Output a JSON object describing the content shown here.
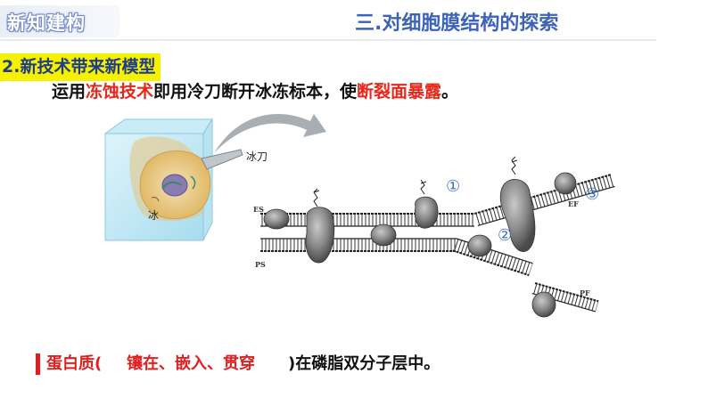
{
  "header": {
    "badge": "新知建构",
    "title": "三.对细胞膜结构的探索"
  },
  "section": {
    "subtitle": "2.新技术带来新模型",
    "desc_prefix": "运用",
    "desc_highlight1": "冻蚀技术",
    "desc_middle": "即用冷刀断开冰冻标本，使",
    "desc_highlight2": "断裂面暴露",
    "desc_suffix": "。"
  },
  "diagram": {
    "knife_label": "冰刀",
    "ice_label": "冰",
    "labels": {
      "es": "ES",
      "ps": "PS",
      "ef": "EF",
      "pf": "PF"
    },
    "markers": [
      "①",
      "②",
      "③"
    ]
  },
  "footer": {
    "label": "蛋白质(",
    "answer": "镶在、嵌入、贯穿",
    "closing": ")在磷脂双分子层中。"
  },
  "colors": {
    "title_blue": "#3d63b8",
    "highlight_red": "#e8261a",
    "subtitle_bg": "#f6f100",
    "marker_blue": "#3a73c8"
  }
}
